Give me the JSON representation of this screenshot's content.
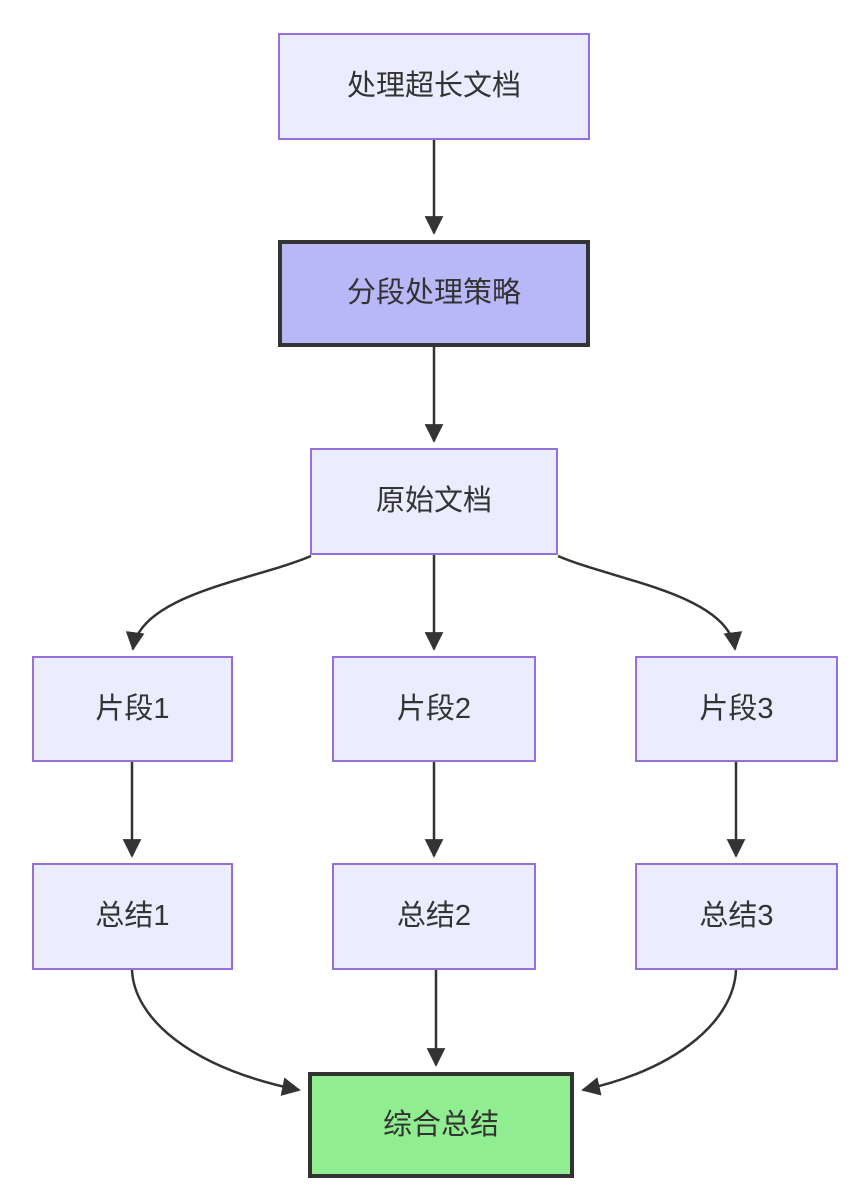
{
  "diagram": {
    "type": "flowchart",
    "direction": "top-down",
    "nodes": [
      {
        "id": "A",
        "label": "处理超长文档",
        "style": "default"
      },
      {
        "id": "B",
        "label": "分段处理策略",
        "style": "highlight"
      },
      {
        "id": "C",
        "label": "原始文档",
        "style": "default"
      },
      {
        "id": "D1",
        "label": "片段1",
        "style": "default"
      },
      {
        "id": "D2",
        "label": "片段2",
        "style": "default"
      },
      {
        "id": "D3",
        "label": "片段3",
        "style": "default"
      },
      {
        "id": "E1",
        "label": "总结1",
        "style": "default"
      },
      {
        "id": "E2",
        "label": "总结2",
        "style": "default"
      },
      {
        "id": "E3",
        "label": "总结3",
        "style": "default"
      }
    ],
    "end_node": {
      "id": "F",
      "label": "综合总结",
      "style": "success"
    },
    "edges": [
      {
        "from": "A",
        "to": "B"
      },
      {
        "from": "B",
        "to": "C"
      },
      {
        "from": "C",
        "to": "D1"
      },
      {
        "from": "C",
        "to": "D2"
      },
      {
        "from": "C",
        "to": "D3"
      },
      {
        "from": "D1",
        "to": "E1"
      },
      {
        "from": "D2",
        "to": "E2"
      },
      {
        "from": "D3",
        "to": "E3"
      },
      {
        "from": "E1",
        "to": "F"
      },
      {
        "from": "E2",
        "to": "F"
      },
      {
        "from": "E3",
        "to": "F"
      }
    ],
    "colors": {
      "node_fill": "#ECECFF",
      "node_border": "#9370DB",
      "highlight_fill": "#b8b8f8",
      "highlight_border": "#333333",
      "success_fill": "#90EE90",
      "success_border": "#333333",
      "edge_stroke": "#333333",
      "text": "#333333",
      "background": "#ffffff"
    }
  }
}
